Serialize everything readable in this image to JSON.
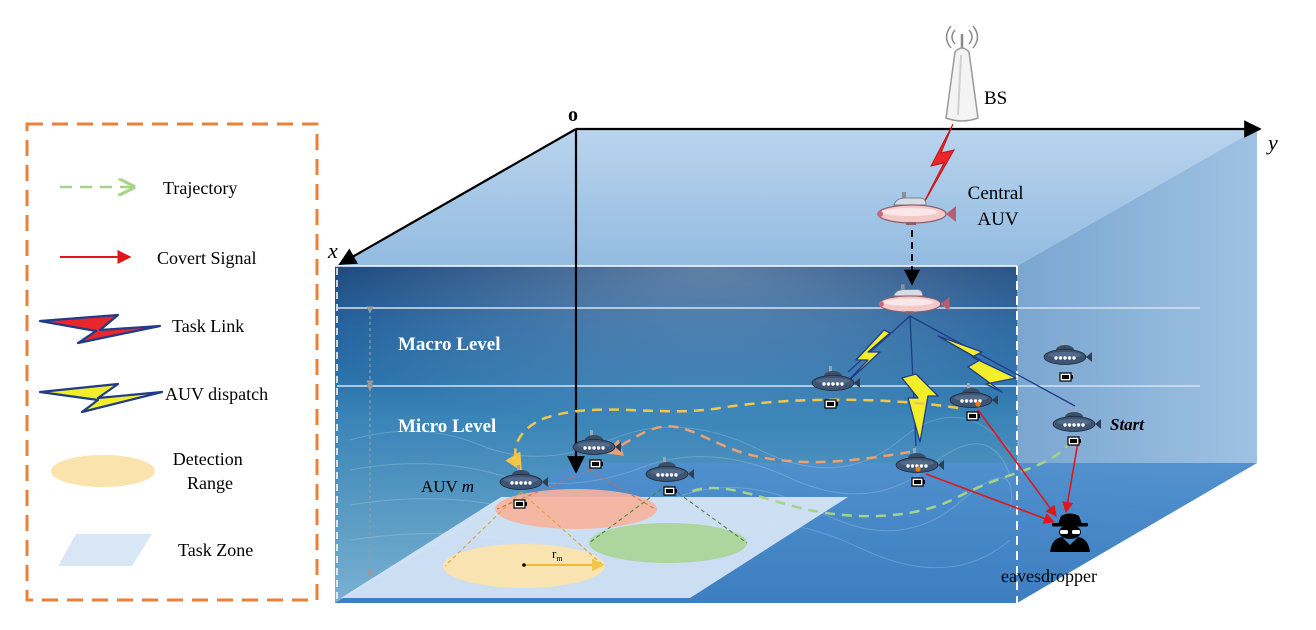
{
  "legend": {
    "items": [
      {
        "id": "trajectory",
        "label": "Trajectory"
      },
      {
        "id": "covert_signal",
        "label": "Covert Signal"
      },
      {
        "id": "task_link",
        "label": "Task Link"
      },
      {
        "id": "auv_dispatch",
        "label": "AUV dispatch"
      },
      {
        "id": "detection_range",
        "label": "Detection Range",
        "lines": [
          "Detection",
          "Range"
        ]
      },
      {
        "id": "task_zone",
        "label": "Task Zone"
      }
    ]
  },
  "axes": {
    "origin": "o",
    "x": "x",
    "y": "y"
  },
  "labels": {
    "bs": "BS",
    "central_auv": [
      "Central",
      "AUV"
    ],
    "macro_level": "Macro Level",
    "micro_level": "Micro Level",
    "auv_m_prefix": "AUV ",
    "auv_m_var": "m",
    "start": "Start",
    "eavesdropper": "eavesdropper",
    "radius_base": "r",
    "radius_sub": "m"
  },
  "colors": {
    "legend_border": "#e8823a",
    "trajectory": "#a6d38a",
    "covert_signal": "#e0161b",
    "task_link": "#e8262b",
    "auv_dispatch": "#f2ef2a",
    "detection_range": "#fbe3ad",
    "task_zone": "#d8e6f6",
    "water_top": "#a9c8e6",
    "water_deep": "#0d3f7a"
  }
}
